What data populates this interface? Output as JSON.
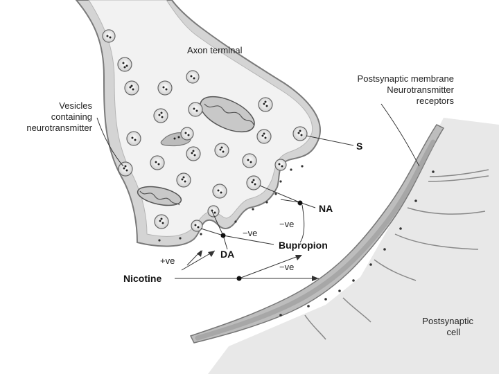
{
  "labels": {
    "axon_terminal": "Axon terminal",
    "vesicles_line1": "Vesicles",
    "vesicles_line2": "containing",
    "vesicles_line3": "neurotransmitter",
    "postsyn_membrane": "Postsynaptic membrane",
    "neurotransmitter": "Neurotransmitter",
    "receptors": "receptors",
    "s": "S",
    "na": "NA",
    "da": "DA",
    "bupropion": "Bupropion",
    "nicotine": "Nicotine",
    "plus_ve": "+ve",
    "minus_ve_1": "−ve",
    "minus_ve_2": "−ve",
    "minus_ve_3": "−ve",
    "postsyn_cell_line1": "Postsynaptic",
    "postsyn_cell_line2": "cell"
  },
  "colors": {
    "terminal_fill": "#d8d8d8",
    "terminal_edge": "#8a8a8a",
    "cleft_membrane": "#9a9a9a",
    "ink": "#222222"
  }
}
